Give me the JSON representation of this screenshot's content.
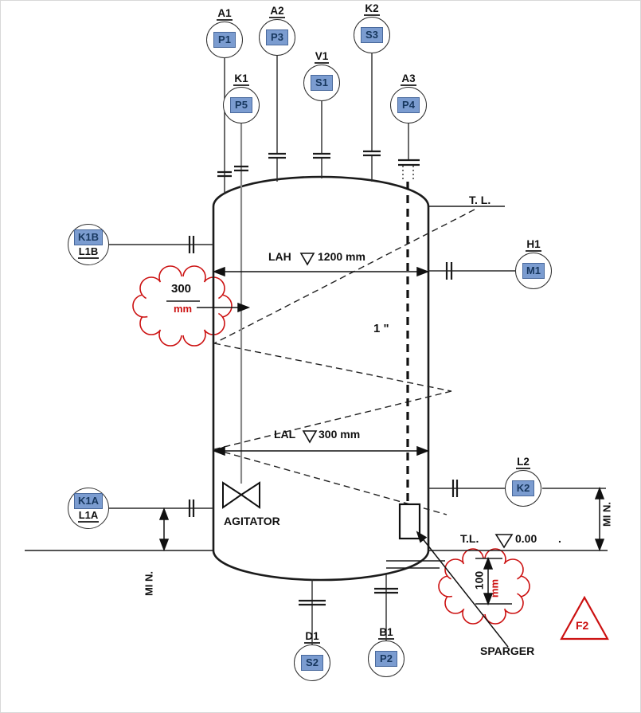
{
  "instruments": [
    {
      "tag": "A1",
      "box": "P1"
    },
    {
      "tag": "A2",
      "box": "P3"
    },
    {
      "tag": "K2",
      "box": "S3"
    },
    {
      "tag": "V1",
      "box": "S1"
    },
    {
      "tag": "K1",
      "box": "P5"
    },
    {
      "tag": "A3",
      "box": "P4"
    },
    {
      "box": "K1B",
      "tag": "L1B"
    },
    {
      "tag": "H1",
      "box": "M1"
    },
    {
      "box": "K1A",
      "tag": "L1A"
    },
    {
      "tag": "L2",
      "box": "K2"
    },
    {
      "tag": "D1",
      "box": "S2"
    },
    {
      "tag": "B1",
      "box": "P2"
    }
  ],
  "levels": {
    "lah_label": "LAH",
    "lah_value": "1200 mm",
    "lal_label": "LAL",
    "lal_value": "300 mm"
  },
  "annotations": {
    "tangent_line_top": "T. L.",
    "tangent_line_bottom": "T.L.",
    "elevation": "0.00",
    "elevation_suffix": ".",
    "pipe_size": "1 \"",
    "agitator": "AGITATOR",
    "sparger": "SPARGER",
    "min_left": "MI N.",
    "min_right": "MI N.",
    "flag": "F2"
  },
  "clouds": {
    "side_value": "300",
    "side_unit": "mm",
    "bottom_value": "100",
    "bottom_unit": "mm"
  },
  "colors": {
    "accent_red": "#cc1111",
    "box_blue": "#7b9cd0",
    "box_text": "#17375e"
  }
}
